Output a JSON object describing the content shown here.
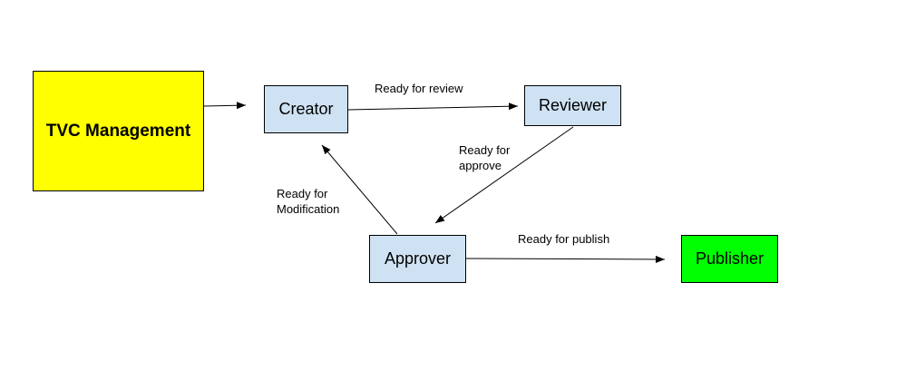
{
  "diagram": {
    "nodes": {
      "tvc": {
        "label": "TVC Management",
        "fill": "#ffff00"
      },
      "creator": {
        "label": "Creator",
        "fill": "#cfe2f3"
      },
      "reviewer": {
        "label": "Reviewer",
        "fill": "#cfe2f3"
      },
      "approver": {
        "label": "Approver",
        "fill": "#cfe2f3"
      },
      "publisher": {
        "label": "Publisher",
        "fill": "#00ff00"
      }
    },
    "edges": {
      "tvc_to_creator": {
        "from": "TVC Management",
        "to": "Creator",
        "label": ""
      },
      "creator_to_reviewer": {
        "from": "Creator",
        "to": "Reviewer",
        "label_lines": [
          "Ready for review"
        ]
      },
      "reviewer_to_approver": {
        "from": "Reviewer",
        "to": "Approver",
        "label_lines": [
          "Ready for",
          "approve"
        ]
      },
      "approver_to_creator": {
        "from": "Approver",
        "to": "Creator",
        "label_lines": [
          "Ready for",
          "Modification"
        ]
      },
      "approver_to_publisher": {
        "from": "Approver",
        "to": "Publisher",
        "label_lines": [
          "Ready for publish"
        ]
      }
    }
  }
}
